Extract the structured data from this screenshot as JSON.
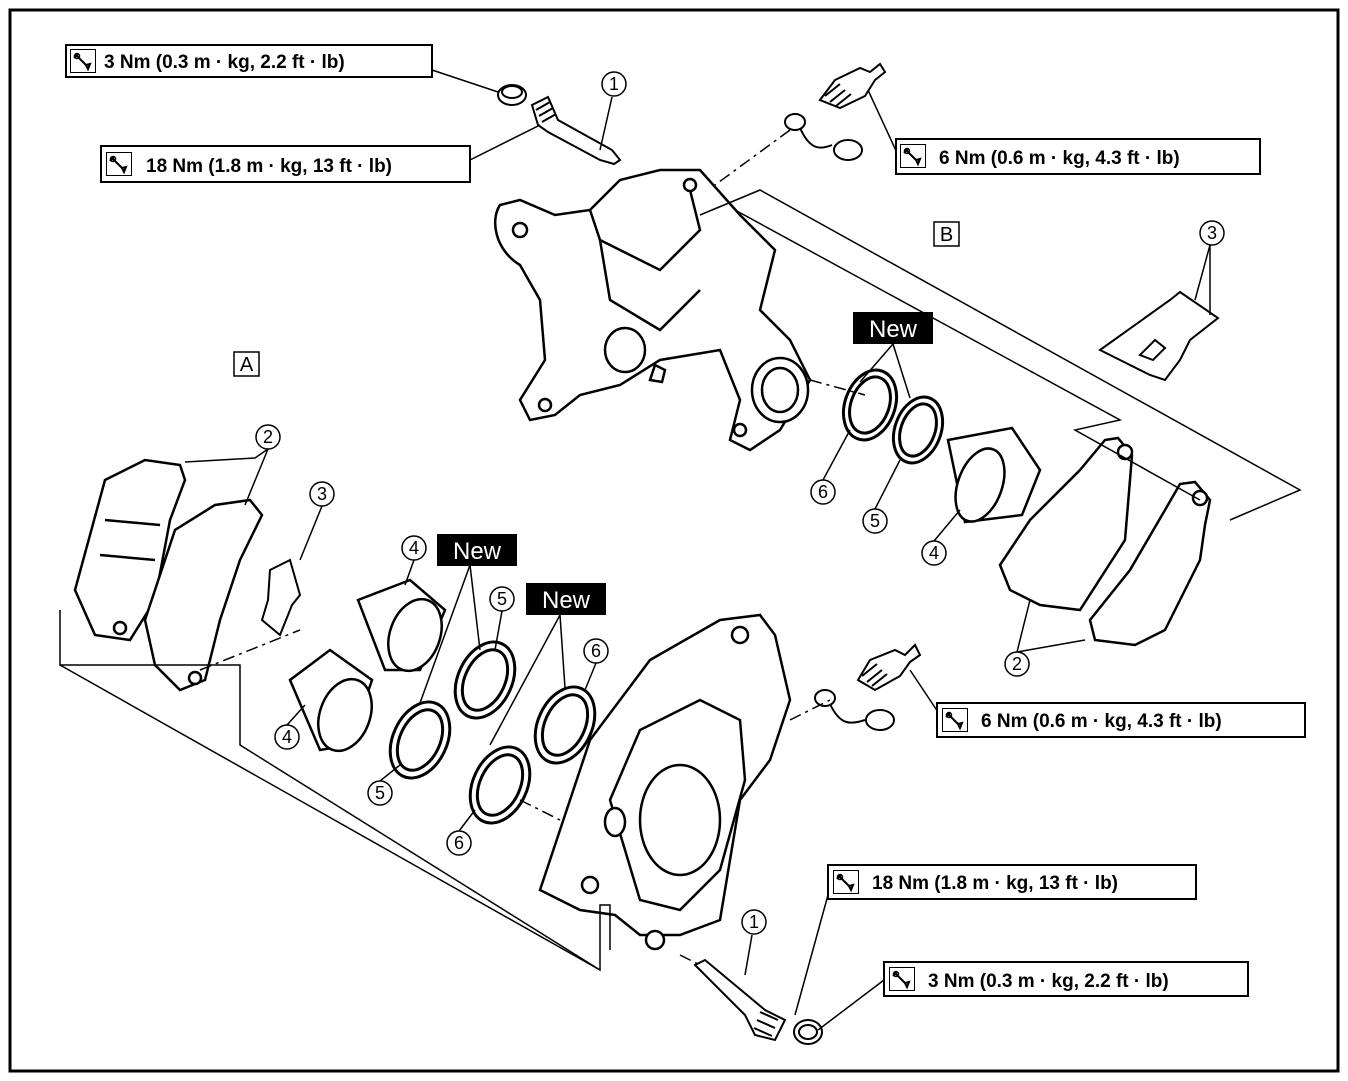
{
  "diagram": {
    "view_labels": {
      "a": "A",
      "b": "B"
    },
    "new_label": "New",
    "torque_specs": {
      "top_cap": "3 Nm (0.3 m · kg, 2.2 ft · lb)",
      "top_pin": "18 Nm (1.8 m · kg, 13 ft · lb)",
      "top_bleed": "6 Nm (0.6 m · kg, 4.3 ft · lb)",
      "bottom_bleed": "6 Nm (0.6 m · kg, 4.3 ft · lb)",
      "bottom_pin": "18 Nm (1.8 m · kg, 13 ft · lb)",
      "bottom_cap": "3 Nm (0.3 m · kg, 2.2 ft · lb)"
    },
    "callouts": {
      "pin": "1",
      "pads": "2",
      "spring": "3",
      "piston": "4",
      "dust_seal": "5",
      "piston_seal": "6"
    },
    "icon": "torque-wrench-icon",
    "line_color": "#000000",
    "label_bg": "#000000"
  }
}
